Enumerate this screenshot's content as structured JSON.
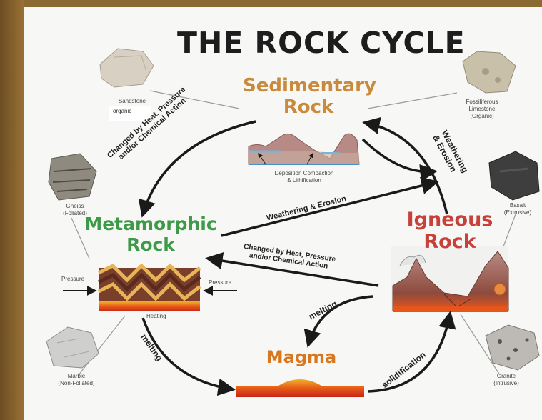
{
  "title": "THE ROCK CYCLE",
  "rocks": {
    "sedimentary": {
      "line1": "Sedimentary",
      "line2": "Rock"
    },
    "metamorphic": {
      "line1": "Metamorphic",
      "line2": "Rock"
    },
    "igneous": {
      "line1": "Igneous",
      "line2": "Rock"
    },
    "magma": "Magma"
  },
  "specimens": {
    "sandstone": "Sandstone",
    "sandstone_note": "organic",
    "limestone": [
      "Fossiliferous",
      "Limestone",
      "(Organic)"
    ],
    "gneiss": [
      "Gneiss",
      "(Foliated)"
    ],
    "basalt": [
      "Basalt",
      "(Extrusive)"
    ],
    "marble": [
      "Marble",
      "(Non-Foliated)"
    ],
    "granite": [
      "Granite",
      "(Intrusive)"
    ]
  },
  "processes": {
    "sed_to_met": [
      "Changed by Heat, Pressure",
      "and/or Chemical Action"
    ],
    "ign_to_sed": [
      "Weathering",
      "& Erosion"
    ],
    "met_to_sed": "Weathering & Erosion",
    "ign_to_met": [
      "Changed by Heat, Pressure",
      "and/or Chemical Action"
    ],
    "ign_melting": "melting",
    "met_melting": "melting",
    "solidification": "solidification"
  },
  "details": {
    "deposition": [
      "Deposition Compaction",
      "& Lithification"
    ],
    "pressure_left": "Pressure",
    "pressure_right": "Pressure",
    "heating": "Heating"
  },
  "colors": {
    "sedimentary": "#c98a3b",
    "metamorphic": "#3d9a48",
    "igneous": "#c9403a",
    "magma": "#d8771d",
    "arrow": "#1a1a1a"
  }
}
